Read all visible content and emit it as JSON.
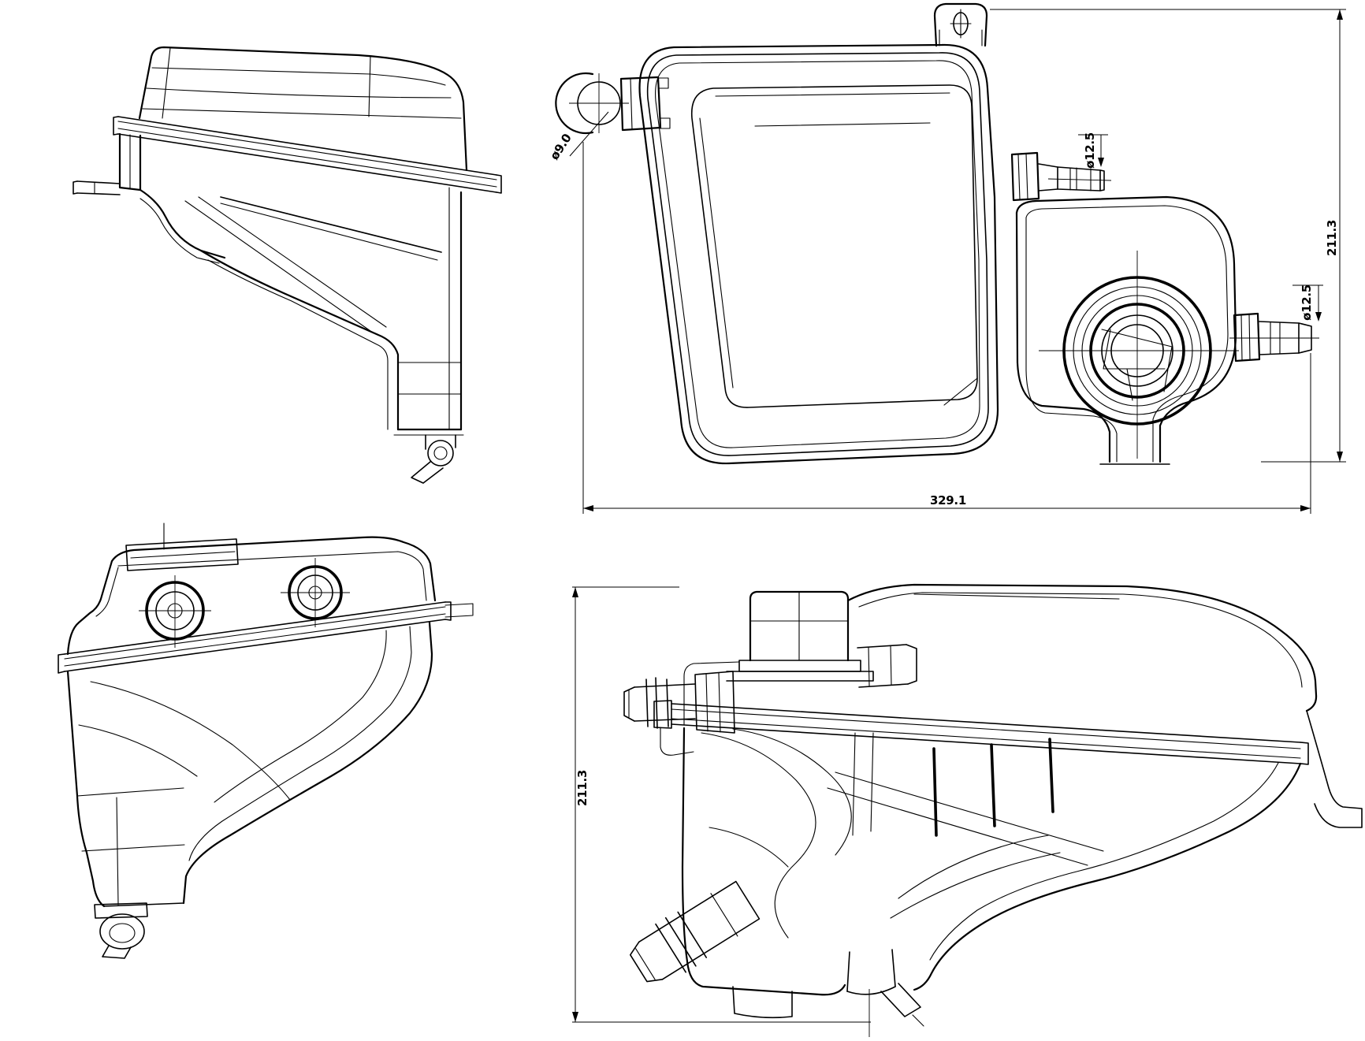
{
  "drawing": {
    "background": "#ffffff",
    "line_color": "#000000",
    "part": "coolant-expansion-tank",
    "annotations": {
      "top_view": {
        "bracket_hole_diameter": "ø9.0",
        "inlet_port_diameter": "ø12.5",
        "outlet_port_diameter": "ø12.5",
        "overall_depth": "211.3",
        "overall_width": "329.1"
      },
      "front_view": {
        "overall_height": "211.3"
      }
    }
  }
}
